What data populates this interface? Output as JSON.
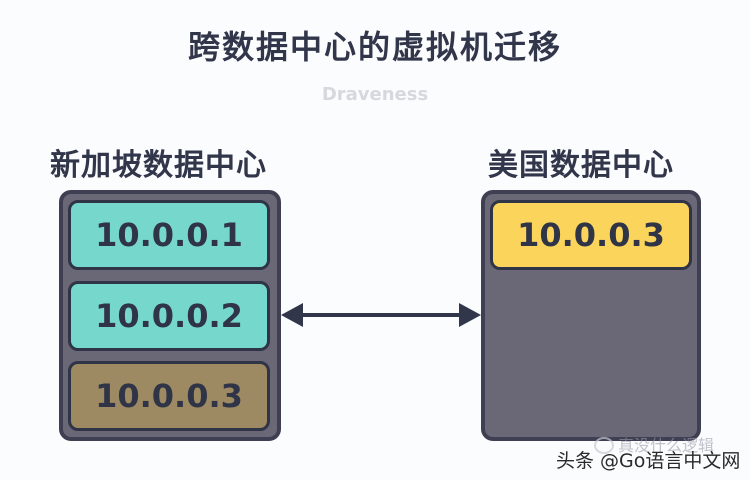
{
  "title": "跨数据中心的虚拟机迁移",
  "subtitle": "Draveness",
  "datacenters": {
    "left": {
      "label": "新加坡数据中心",
      "vms": [
        {
          "ip": "10.0.0.1",
          "state": "active",
          "color": "#76d8cc"
        },
        {
          "ip": "10.0.0.2",
          "state": "active",
          "color": "#76d8cc"
        },
        {
          "ip": "10.0.0.3",
          "state": "migrating-out",
          "color": "#9e8a62"
        }
      ]
    },
    "right": {
      "label": "美国数据中心",
      "vms": [
        {
          "ip": "10.0.0.3",
          "state": "migrated-in",
          "color": "#fbd45c"
        }
      ]
    }
  },
  "connection": {
    "type": "bidirectional-arrow",
    "color": "#32364b"
  },
  "watermark": {
    "main": "头条 @Go语言中文网",
    "faint": "真没什么逻辑"
  },
  "colors": {
    "text": "#32364b",
    "container_fill": "#6a6876",
    "container_border": "#3e3f52",
    "subtitle": "#d6d8de"
  }
}
